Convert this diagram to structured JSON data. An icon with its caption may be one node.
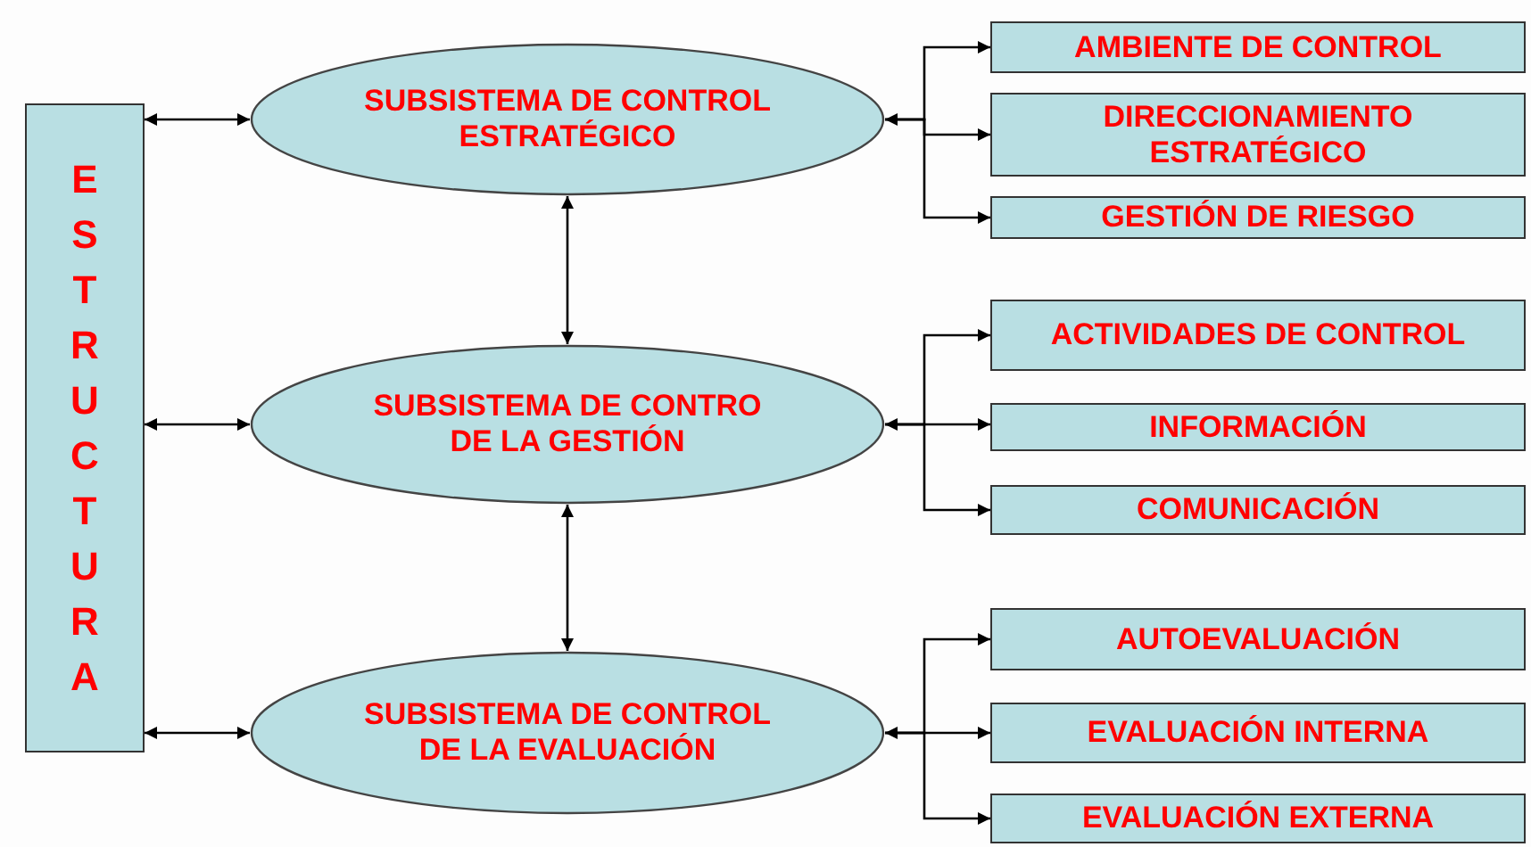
{
  "diagram": {
    "nodes": [
      {
        "text": [
          "ESTRUCTURA"
        ]
      },
      {
        "text": [
          "SUBSISTEMA DE CONTROL ESTRATÉGICO"
        ]
      },
      {
        "text": [
          "SUBSISTEMA DE CONTRO DE LA GESTIÓN"
        ]
      },
      {
        "text": [
          "SUBSISTEMA DE CONTROL DE LA EVALUACIÓN"
        ]
      },
      {
        "text": [
          "AMBIENTE DE CONTROL"
        ]
      },
      {
        "text": [
          "DIRECCIONAMIENTO ESTRATÉGICO"
        ]
      },
      {
        "text": [
          "GESTIÓN DE RIESGO"
        ]
      },
      {
        "text": [
          "ACTIVIDADES DE CONTROL"
        ]
      },
      {
        "text": [
          "INFORMACIÓN"
        ]
      },
      {
        "text": [
          "COMUNICACIÓN"
        ]
      },
      {
        "text": [
          "AUTOEVALUACIÓN"
        ]
      },
      {
        "text": [
          "EVALUACIÓN INTERNA"
        ]
      },
      {
        "text": [
          "EVALUACIÓN EXTERNA"
        ]
      }
    ],
    "edges": [
      {
        "from": 0,
        "to": 1,
        "arrow": "both"
      },
      {
        "from": 0,
        "to": 2,
        "arrow": "both"
      },
      {
        "from": 0,
        "to": 3,
        "arrow": "both"
      },
      {
        "from": 1,
        "to": 2,
        "arrow": "both"
      },
      {
        "from": 2,
        "to": 3,
        "arrow": "both"
      },
      {
        "from": 1,
        "to": 4,
        "arrow": "to"
      },
      {
        "from": 1,
        "to": 5,
        "arrow": "both"
      },
      {
        "from": 1,
        "to": 6,
        "arrow": "to"
      },
      {
        "from": 2,
        "to": 7,
        "arrow": "to"
      },
      {
        "from": 2,
        "to": 8,
        "arrow": "both"
      },
      {
        "from": 2,
        "to": 9,
        "arrow": "to"
      },
      {
        "from": 3,
        "to": 10,
        "arrow": "to"
      },
      {
        "from": 3,
        "to": 11,
        "arrow": "both"
      },
      {
        "from": 3,
        "to": 12,
        "arrow": "to"
      }
    ]
  }
}
